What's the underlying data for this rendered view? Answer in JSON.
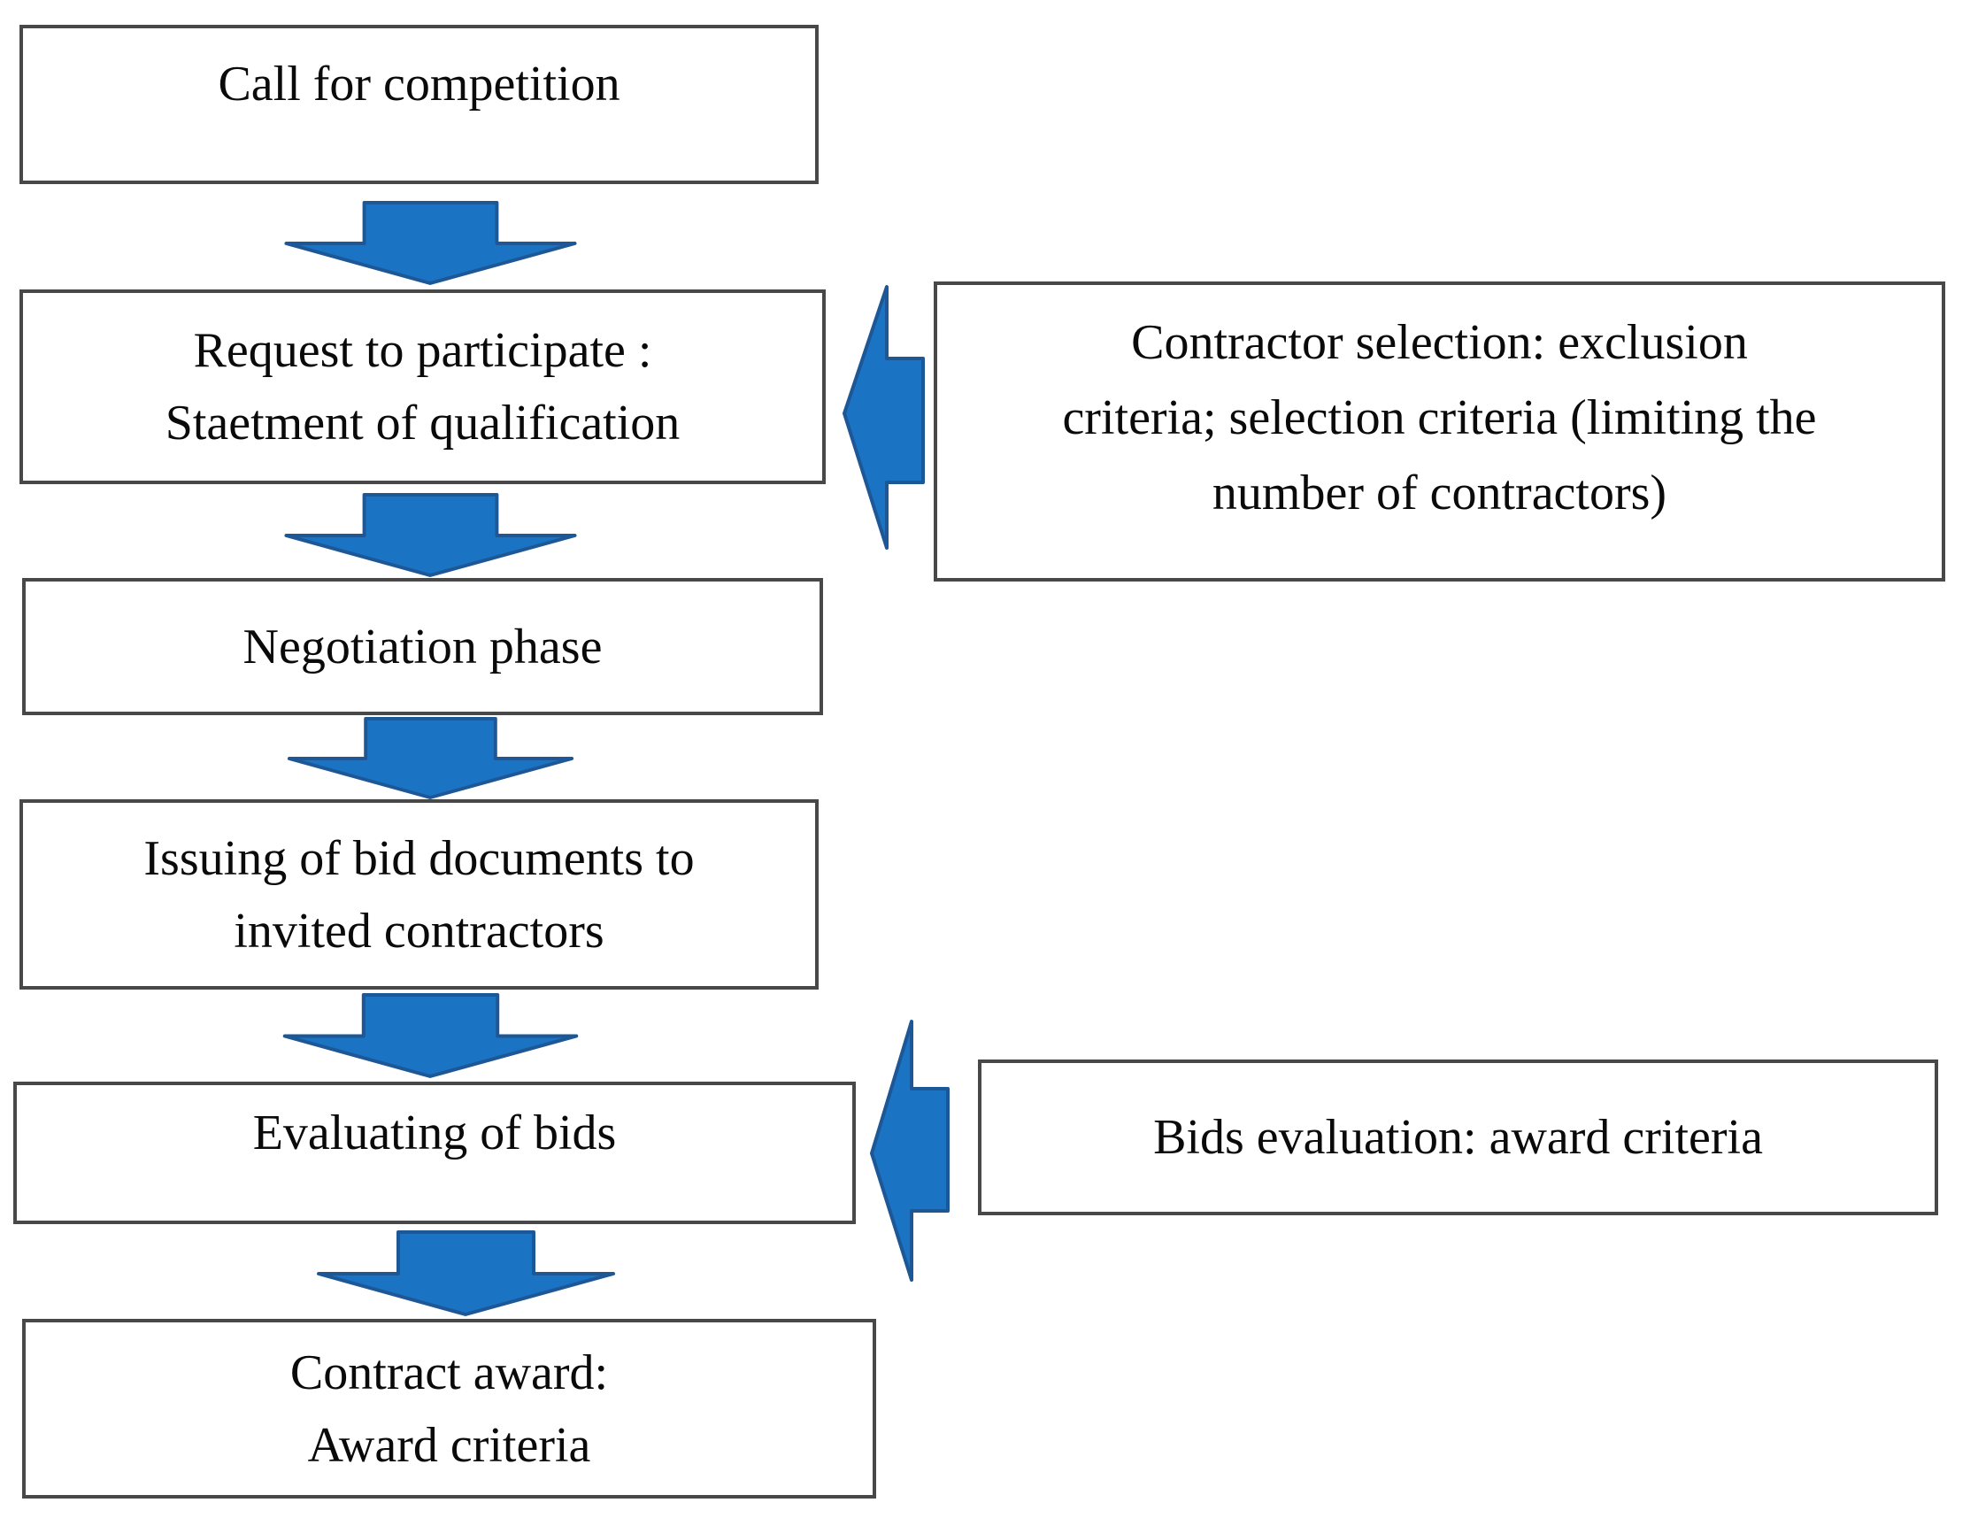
{
  "diagram": {
    "type": "flowchart",
    "colors": {
      "arrow_fill": "#1b73c4",
      "arrow_stroke": "#1d5796",
      "box_border": "#484848",
      "box_background": "#ffffff",
      "page_background": "#ffffff",
      "text_color": "#0a0a0a"
    },
    "flow": [
      {
        "lines": [
          "Call for competition"
        ]
      },
      {
        "lines": [
          "Request to participate :",
          "Staetment of qualification"
        ]
      },
      {
        "lines": [
          "Negotiation phase"
        ]
      },
      {
        "lines": [
          "Issuing of bid documents to",
          "invited contractors"
        ]
      },
      {
        "lines": [
          "Evaluating of bids"
        ]
      },
      {
        "lines": [
          "Contract award:",
          "Award criteria"
        ]
      }
    ],
    "side": [
      {
        "lines": [
          "Contractor selection: exclusion",
          "criteria; selection criteria (limiting the",
          "number of contractors)"
        ]
      },
      {
        "lines": [
          "Bids evaluation: award criteria"
        ]
      }
    ],
    "connectors": [
      {
        "type": "down-arrow",
        "from": "flow.0",
        "to": "flow.1"
      },
      {
        "type": "down-arrow",
        "from": "flow.1",
        "to": "flow.2"
      },
      {
        "type": "down-arrow",
        "from": "flow.2",
        "to": "flow.3"
      },
      {
        "type": "down-arrow",
        "from": "flow.3",
        "to": "flow.4"
      },
      {
        "type": "down-arrow",
        "from": "flow.4",
        "to": "flow.5"
      },
      {
        "type": "left-arrow",
        "from": "side.0",
        "to": "flow.1"
      },
      {
        "type": "left-arrow",
        "from": "side.1",
        "to": "flow.4"
      }
    ]
  }
}
